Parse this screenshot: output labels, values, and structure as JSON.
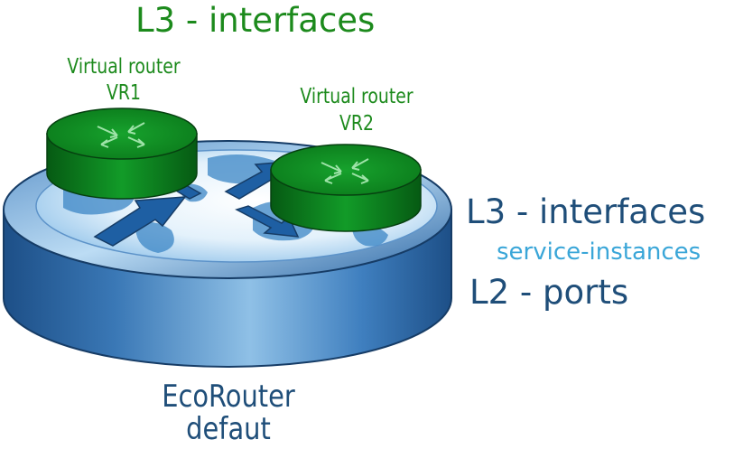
{
  "title": "L3 - interfaces",
  "virtual_routers": [
    {
      "line1": "Virtual router",
      "line2": "VR1"
    },
    {
      "line1": "Virtual router",
      "line2": "VR2"
    }
  ],
  "layers": {
    "l3": "L3 - interfaces",
    "service_instances": "service-instances",
    "l2": "L2 - ports"
  },
  "base_router": {
    "line1": "EcoRouter",
    "line2": "defaut"
  },
  "colors": {
    "green_text": "#1c8a1c",
    "dark_blue_text": "#1f4e79",
    "light_blue_text": "#3aa6d8",
    "router_green": "#0d7a1e",
    "router_blue": "#2d6aa8"
  },
  "icons": [
    "router-base-icon",
    "virtual-router-icon",
    "world-map-icon",
    "arrows-icon"
  ]
}
